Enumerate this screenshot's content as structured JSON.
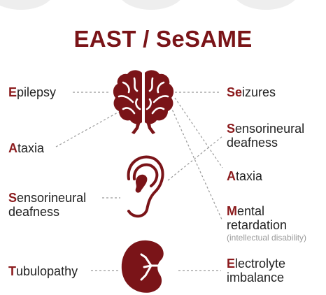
{
  "title": "EAST / SeSAME",
  "accent_color": "#8b1a1c",
  "icons": [
    "brain-icon",
    "ear-icon",
    "kidney-icon"
  ],
  "left": {
    "epilepsy": {
      "first": "E",
      "rest": "pilepsy"
    },
    "ataxia": {
      "first": "A",
      "rest": "taxia"
    },
    "deafness": {
      "first": "S",
      "rest": "ensorineural",
      "line2": "deafness"
    },
    "tubulopathy": {
      "first": "T",
      "rest": "ubulopathy"
    }
  },
  "right": {
    "seizures": {
      "first": "Se",
      "rest": "izures"
    },
    "deafness": {
      "first": "S",
      "rest": "ensorineural",
      "line2": "deafness"
    },
    "ataxia": {
      "first": "A",
      "rest": "taxia"
    },
    "mental": {
      "first": "M",
      "rest": "ental",
      "line2": "retardation",
      "note": "(intellectual disability)"
    },
    "electrolyte": {
      "first": "E",
      "rest": "lectrolyte",
      "line2": "imbalance"
    }
  }
}
